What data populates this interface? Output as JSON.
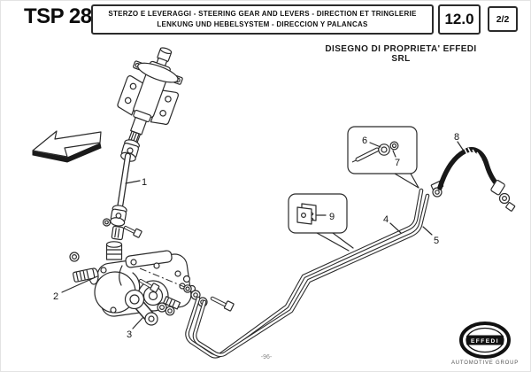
{
  "header": {
    "model": "TSP 28",
    "title_line1": "STERZO E LEVERAGGI - STEERING GEAR AND LEVERS - DIRECTION ET TRINGLERIE",
    "title_line2": "LENKUNG UND HEBELSYSTEM - DIRECCION Y PALANCAS",
    "section_code": "12.0",
    "sheet": "2/2"
  },
  "notice": "DISEGNO DI PROPRIETA' EFFEDI SRL",
  "diagram": {
    "line_color": "#2b2b2b",
    "labels": {
      "p1": "1",
      "p2": "2",
      "p3": "3",
      "p4": "4",
      "p5": "5",
      "p6": "6",
      "p7": "7",
      "p8": "8",
      "p9": "9"
    }
  },
  "footer": {
    "page_number": "-96-",
    "logo": {
      "brand": "EFFEDI",
      "subtitle": "AUTOMOTIVE GROUP"
    }
  }
}
